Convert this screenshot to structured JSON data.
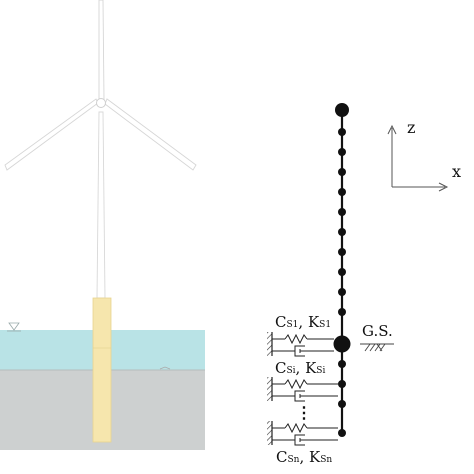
{
  "diagram": {
    "colors": {
      "water": "#b9e3e6",
      "soil": "#cdd0d0",
      "pile": "#f6e6ad",
      "pile_edge": "#e8d48f",
      "beam": "#111111",
      "turbine": "#e2e2e2",
      "hatch": "#333333"
    },
    "axes": {
      "z_label": "z",
      "x_label": "x"
    },
    "ground_surface_label": "G.S.",
    "springs": [
      {
        "c": "C",
        "c_sub": "S1",
        "sep": ", ",
        "k": "K",
        "k_sub": "S1"
      },
      {
        "c": "C",
        "c_sub": "Si",
        "sep": ", ",
        "k": "K",
        "k_sub": "Si"
      },
      {
        "c": "C",
        "c_sub": "Sn",
        "sep": ", ",
        "k": "K",
        "k_sub": "Sn"
      }
    ],
    "ellipsis": "⋮"
  }
}
